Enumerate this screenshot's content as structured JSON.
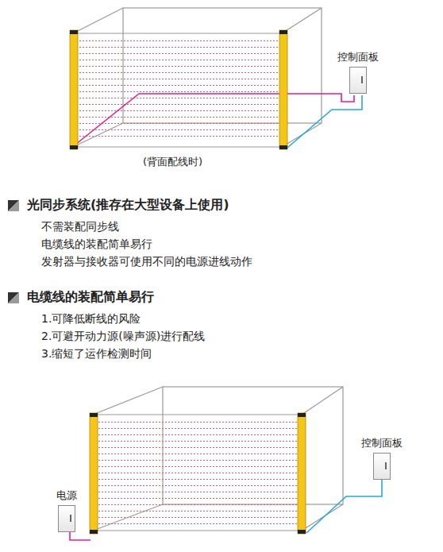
{
  "diagram": {
    "nodes": [
      {
        "text": [
          "控制面板"
        ]
      },
      {
        "text": [
          "电源"
        ]
      },
      {
        "text": [
          "控制面板"
        ]
      }
    ],
    "labels": [
      "(背面配线时)",
      "光同步系统(推存在大型设备上使用)",
      "不需装配同步线",
      "电缆线的装配简单易行",
      "发射器与接收器可使用不同的电源进线动作",
      "电缆线的装配简单易行",
      "1.可降低断线的风险",
      "2.可避开动力源(噪声源)进行配线",
      "3.缩短了运作检测时间"
    ]
  }
}
